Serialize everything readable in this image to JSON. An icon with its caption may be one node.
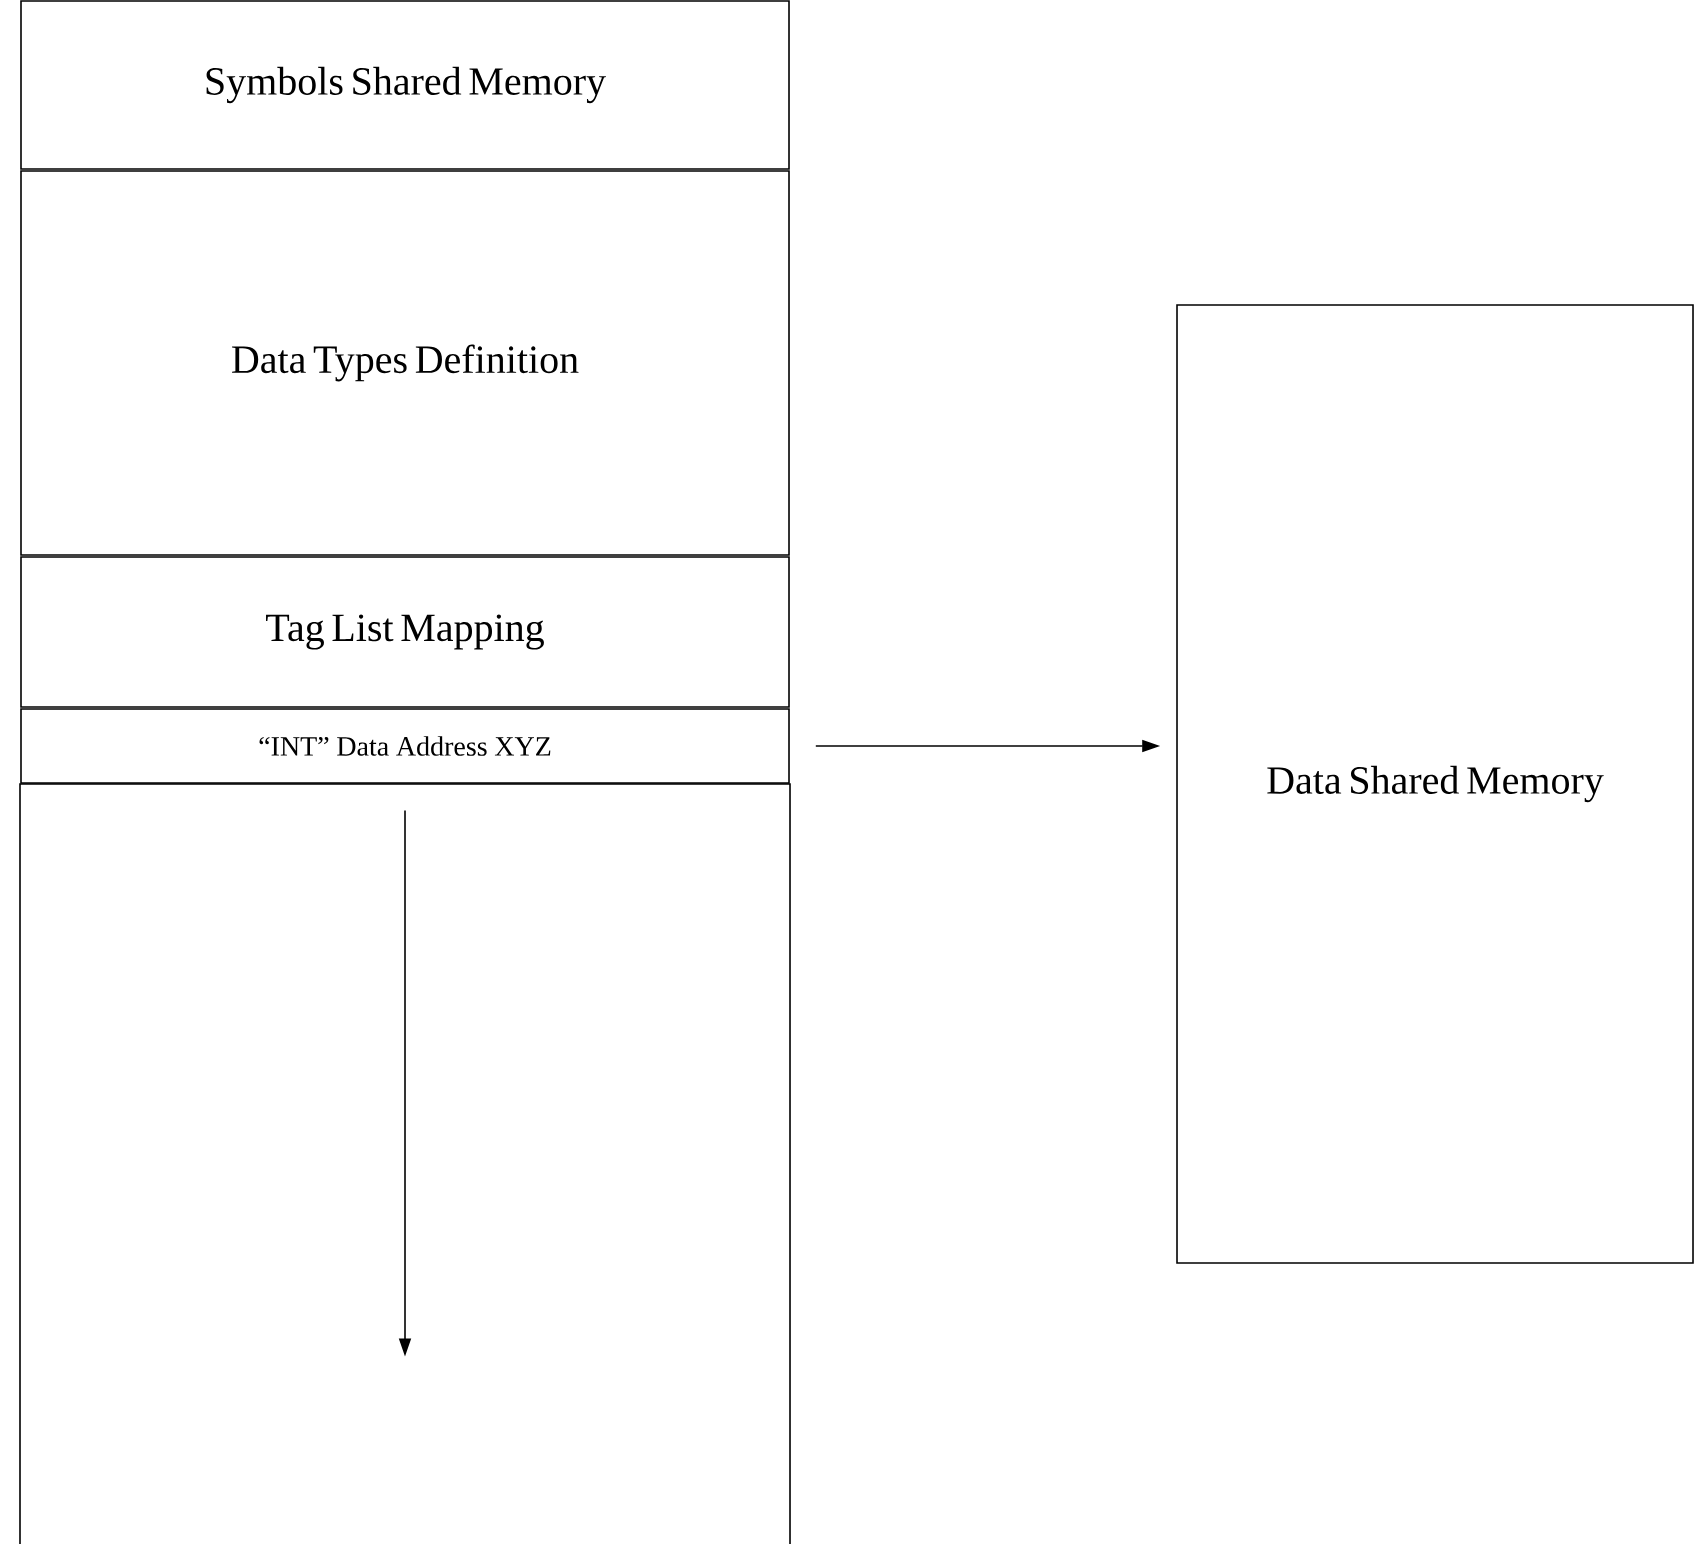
{
  "diagram": {
    "nodes": [
      {
        "text": [
          "Symbols Shared Memory"
        ]
      },
      {
        "text": [
          "Data Types Definition"
        ]
      },
      {
        "text": [
          "Tag List Mapping"
        ]
      },
      {
        "text": [
          "“INT” Data Address XYZ"
        ]
      },
      {
        "text": [],
        "shape": "box"
      },
      {
        "text": [
          "Data Shared Memory"
        ]
      }
    ],
    "edges": [
      {
        "from": 3,
        "to": 5,
        "arrow": "to"
      }
    ]
  }
}
